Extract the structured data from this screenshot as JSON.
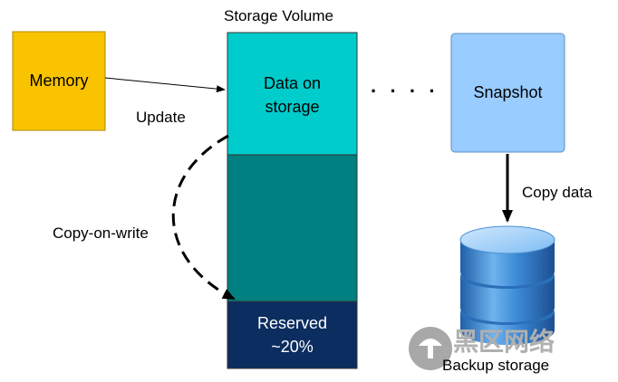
{
  "diagram": {
    "storage_volume_title": "Storage Volume",
    "memory_label": "Memory",
    "data_on_storage_label": "Data on\nstorage",
    "reserved_label": "Reserved\n~20%",
    "snapshot_label": "Snapshot",
    "update_label": "Update",
    "copy_on_write_label": "Copy-on-write",
    "copy_data_label": "Copy data",
    "backup_storage_label": "Backup storage",
    "ellipsis": "· · · ·"
  },
  "watermark": {
    "text": "黑区网络"
  },
  "colors": {
    "memory": "#f9c300",
    "data_on_storage": "#00cccc",
    "storage_mid": "#008080",
    "reserved": "#0b2d60",
    "snapshot": "#99ccff",
    "database": "#2f7fc6"
  }
}
